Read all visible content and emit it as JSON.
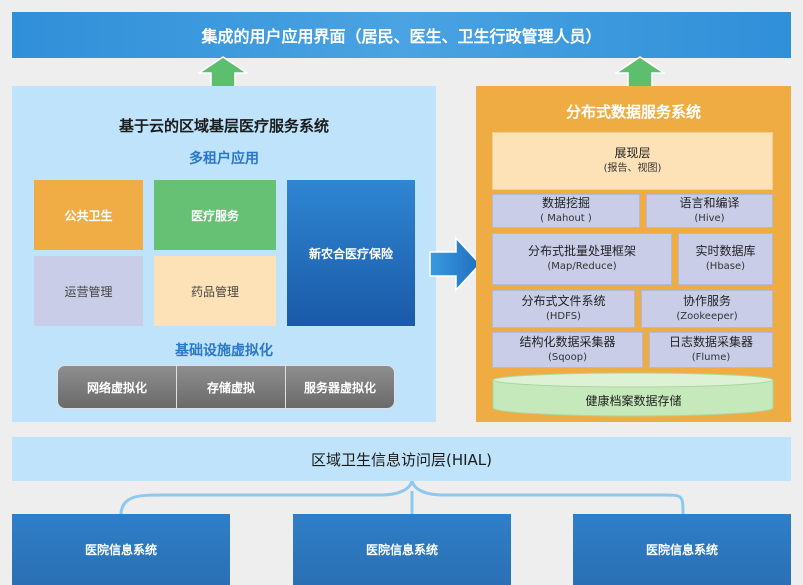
{
  "top": {
    "title": "集成的用户应用界面（居民、医生、卫生行政管理人员）"
  },
  "left": {
    "title": "基于云的区域基层医疗服务系统",
    "apps_heading": "多租户应用",
    "apps": {
      "public_health": "公共卫生",
      "medical_service": "医疗服务",
      "ops_mgmt": "运营管理",
      "drug_mgmt": "药品管理",
      "rural_insurance": "新农合医疗保险"
    },
    "infra_heading": "基础设施虚拟化",
    "virtualization": [
      "网络虚拟化",
      "存储虚拟",
      "服务器虚拟化"
    ]
  },
  "right": {
    "title": "分布式数据服务系统",
    "presentation": {
      "label": "展现层",
      "sub": "(报告、视图)"
    },
    "mining": {
      "label": "数据挖掘",
      "sub": "( Mahout )"
    },
    "language": {
      "label": "语言和编译",
      "sub": "(Hive)"
    },
    "batch": {
      "label": "分布式批量处理框架",
      "sub": "(Map/Reduce)"
    },
    "realtime": {
      "label": "实时数据库",
      "sub": "(Hbase)"
    },
    "fs": {
      "label": "分布式文件系统",
      "sub": "(HDFS)"
    },
    "coord": {
      "label": "协作服务",
      "sub": "(Zookeeper)"
    },
    "structured": {
      "label": "结构化数据采集器",
      "sub": "(Sqoop)"
    },
    "log": {
      "label": "日志数据采集器",
      "sub": "(Flume)"
    },
    "storage": "健康档案数据存储"
  },
  "hial": {
    "label": "区域卫生信息访问层(HIAL)"
  },
  "hospitals": [
    "医院信息系统",
    "医院信息系统",
    "医院信息系统"
  ],
  "colors": {
    "top_banner": "#2f8fd8",
    "left_panel": "#bfe3fa",
    "right_panel": "#eeac43",
    "arrow_green": "#5cbf6e",
    "arrow_blue": "#2a86d6",
    "hospital": "#2f7fc8"
  }
}
